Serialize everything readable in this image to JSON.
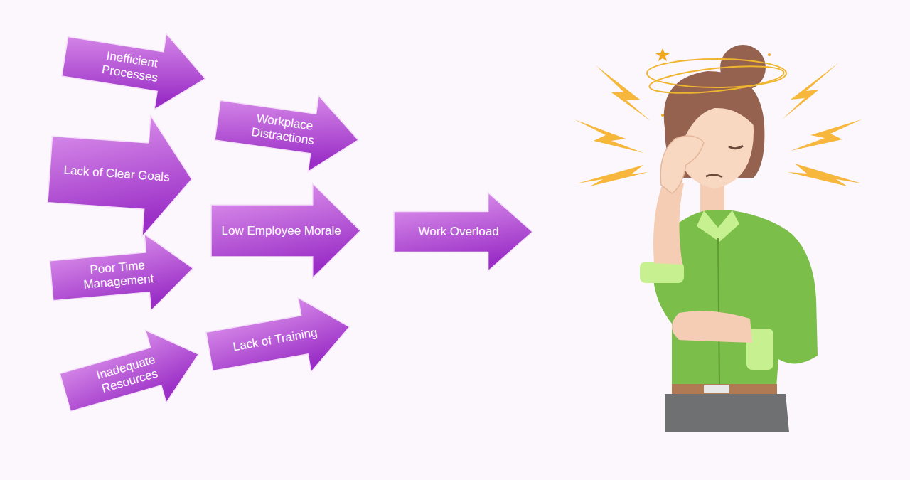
{
  "diagram": {
    "nodes": [
      {
        "text": [
          "Inefficient Processes"
        ]
      },
      {
        "text": [
          "Workplace Distractions"
        ]
      },
      {
        "text": [
          "Lack of Clear Goals"
        ]
      },
      {
        "text": [
          "Low Employee Morale"
        ]
      },
      {
        "text": [
          "Poor Time Management"
        ]
      },
      {
        "text": [
          "Lack of Training"
        ]
      },
      {
        "text": [
          "Inadequate Resources"
        ]
      },
      {
        "text": [
          "Work Overload"
        ]
      }
    ]
  }
}
